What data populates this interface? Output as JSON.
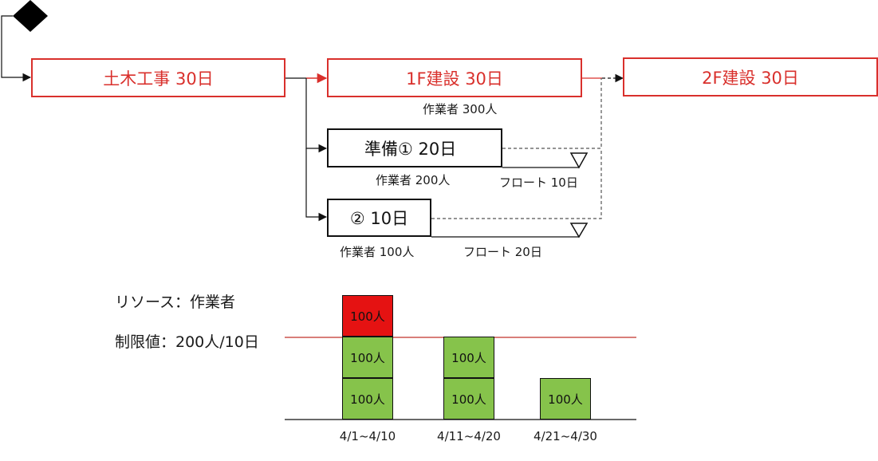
{
  "tasks": {
    "civil": "土木工事 30日",
    "f1": "1F建設 30日",
    "f2": "2F建設 30日",
    "prep1": "準備① 20日",
    "prep2": "② 10日"
  },
  "labels": {
    "f1_workers": "作業者 300人",
    "prep1_workers": "作業者 200人",
    "prep1_float": "フロート 10日",
    "prep2_workers": "作業者 100人",
    "prep2_float": "フロート 20日"
  },
  "resource": {
    "title": "リソース：作業者",
    "limit": "制限値：200人/10日",
    "block_label": "100人",
    "periods": [
      "4/1~4/10",
      "4/11~4/20",
      "4/21~4/30"
    ],
    "stacks": [
      [
        "normal",
        "normal",
        "over"
      ],
      [
        "normal",
        "normal"
      ],
      [
        "normal"
      ]
    ]
  },
  "colors": {
    "critical": "#d9302c",
    "within_limit": "#86c34b",
    "over_limit": "#e51212"
  },
  "icons": {
    "milestone": "diamond-icon",
    "float_end": "triangle-down-icon"
  }
}
